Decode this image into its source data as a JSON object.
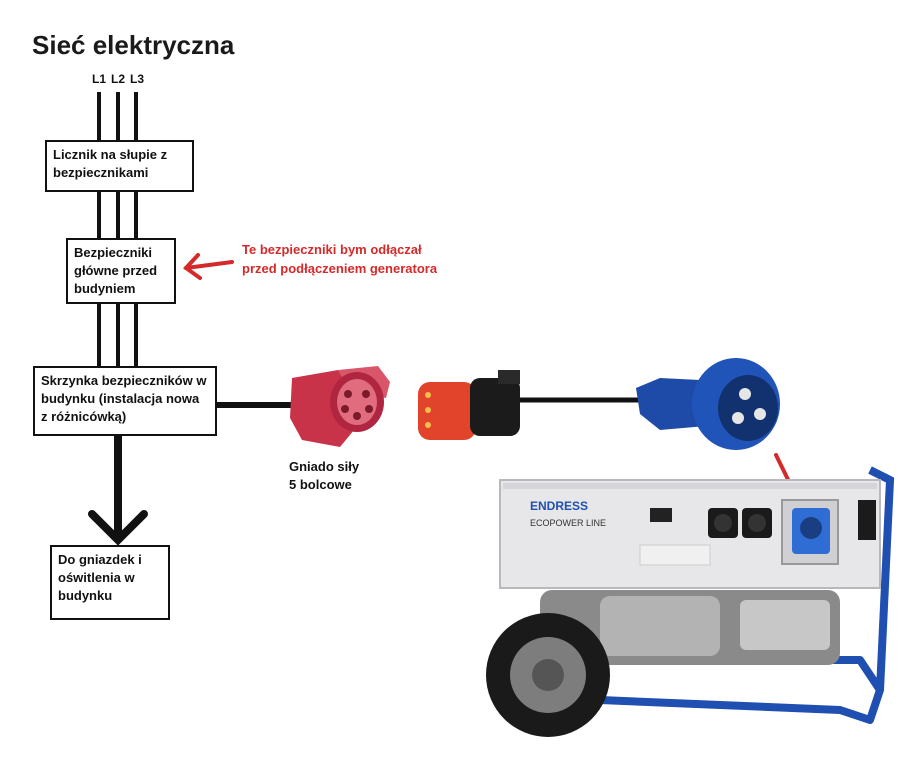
{
  "title": "Sieć elektryczna",
  "phases": [
    "L1",
    "L2",
    "L3"
  ],
  "boxes": {
    "meter": "Licznik na słupie z bezpiecznikami",
    "main_fuses": "Bezpieczniki główne przed budyniem",
    "fuse_box": "Skrzynka bezpieczników w budynku (instalacja nowa z różnicówką)",
    "outlets": "Do gniazdek i oświtlenia w budynku"
  },
  "annotation": {
    "line1": "Te bezpieczniki bym odłączał",
    "line2": "przed podłączeniem generatora",
    "color": "#d42a2a"
  },
  "socket_caption": {
    "line1": "Gniado siły",
    "line2": "5 bolcowe"
  },
  "generator": {
    "brand": "ENDRESS",
    "model": "ECOPOWER LINE"
  },
  "colors": {
    "red_connector": "#c8334a",
    "blue_connector": "#2154b8",
    "frame_blue": "#1f4fb0",
    "arrow_red": "#d42a2a"
  }
}
